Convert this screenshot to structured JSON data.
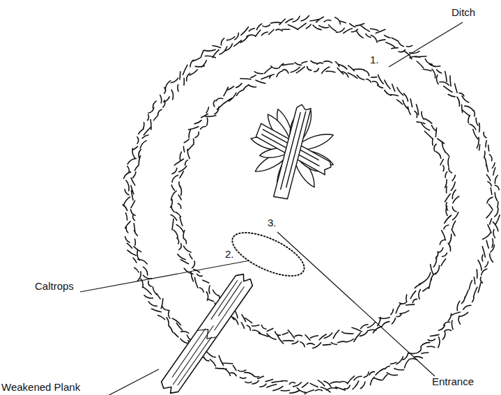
{
  "diagram": {
    "nodes": [
      {
        "text": [
          "2."
        ]
      }
    ],
    "labels": [
      "Ditch",
      "1.",
      "Caltrops",
      "Weakened Plank",
      "3.",
      "Entrance"
    ]
  }
}
